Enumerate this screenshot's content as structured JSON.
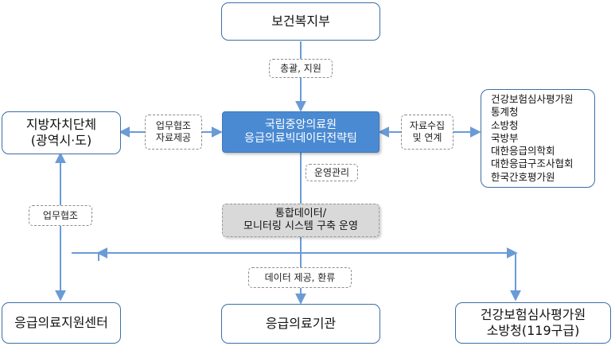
{
  "colors": {
    "arrow": "#6b9bd6",
    "box_border": "#3b6ea6",
    "center_fill": "#4a8ad2",
    "process_fill": "#d9d9d9"
  },
  "nodes": {
    "ministry": "보건복지부",
    "local_gov": {
      "line1": "지방자치단체",
      "line2": "(광역시·도)"
    },
    "center": {
      "line1": "국립중앙의료원",
      "line2": "응급의료빅데이터전략팀"
    },
    "agencies": [
      "건강보험심사평가원",
      "통계청",
      "소방청",
      "국방부",
      "대한응급의학회",
      "대한응급구조사협회",
      "한국간호평가원"
    ],
    "platform": {
      "line1": "통합데이터/",
      "line2": "모니터링 시스템 구축 운영"
    },
    "support_center": "응급의료지원센터",
    "medical_institution": "응급의료기관",
    "hira_fire": {
      "line1": "건강보험심사평가원",
      "line2": "소방청(119구급)"
    }
  },
  "edge_labels": {
    "oversight": "총괄, 지원",
    "cooperation_data": {
      "line1": "업무협조",
      "line2": "자료제공"
    },
    "collection": {
      "line1": "자료수집",
      "line2": "및 연계"
    },
    "operation": "운영관리",
    "cooperation": "업무협조",
    "data_exchange": "데이터 제공, 환류"
  }
}
